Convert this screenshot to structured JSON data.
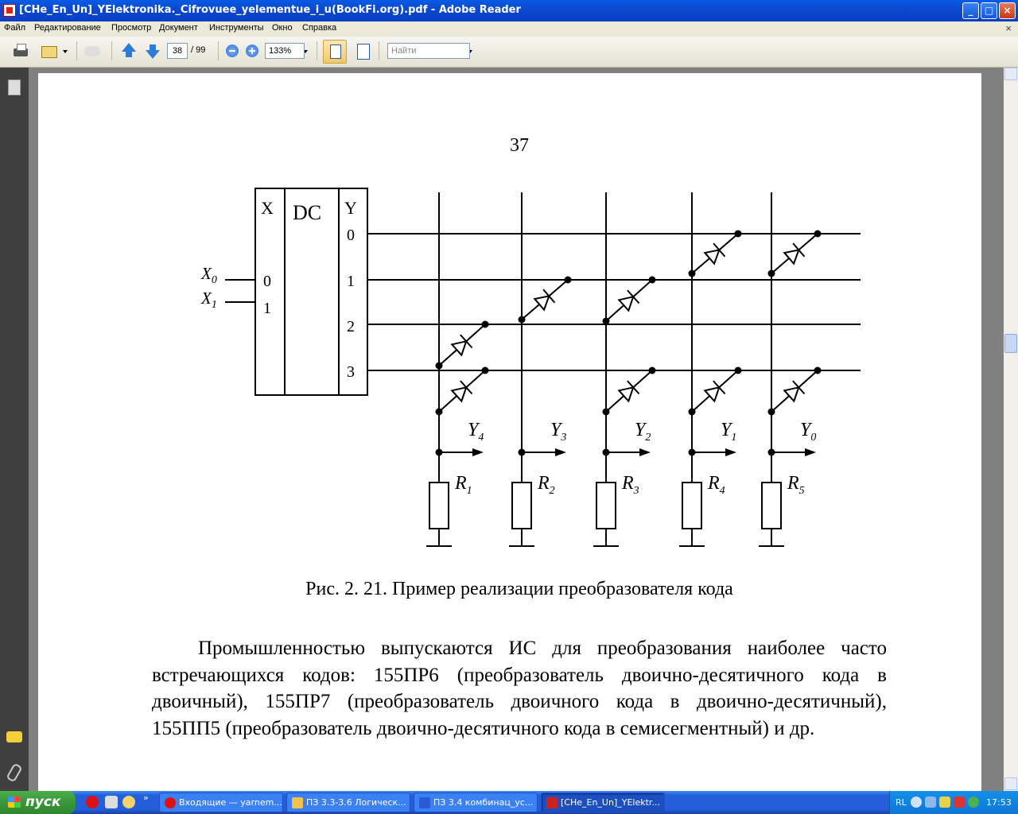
{
  "window": {
    "title": "[CHe_En_Un]_YElektronika._Cifrovuee_yelementue_i_u(BookFi.org).pdf - Adobe Reader",
    "minimize": "_",
    "maximize": "□",
    "close": "×"
  },
  "menu": {
    "items": [
      "Файл",
      "Редактирование",
      "Просмотр",
      "Документ",
      "Инструменты",
      "Окно",
      "Справка"
    ],
    "close": "×"
  },
  "toolbar": {
    "current_page": "38",
    "total_pages": "/ 99",
    "zoom": "133%",
    "search_placeholder": "Найти"
  },
  "document": {
    "page_number": "37",
    "caption": "Рис. 2. 21. Пример реализации преобразователя кода",
    "paragraph": "Промышленностью выпускаются ИС для преобразования наиболее часто встречающихся кодов: 155ПР6 (преобразователь двоично-десятичного кода в двоичный), 155ПР7 (преобразователь двоичного кода в двоично-десятичный), 155ПП5 (преобразователь двоично-десятичного кода в семисегментный) и др.",
    "circuit": {
      "block_x": "X",
      "block_dc": "DC",
      "block_y": "Y",
      "input_labels": [
        {
          "text": "X",
          "sub": "0",
          "pin": "0"
        },
        {
          "text": "X",
          "sub": "1",
          "pin": "1"
        }
      ],
      "output_pins": [
        "0",
        "1",
        "2",
        "3"
      ],
      "columns": [
        {
          "out": "Y",
          "out_sub": "4",
          "res": "R",
          "res_sub": "1"
        },
        {
          "out": "Y",
          "out_sub": "3",
          "res": "R",
          "res_sub": "2"
        },
        {
          "out": "Y",
          "out_sub": "2",
          "res": "R",
          "res_sub": "3"
        },
        {
          "out": "Y",
          "out_sub": "1",
          "res": "R",
          "res_sub": "4"
        },
        {
          "out": "Y",
          "out_sub": "0",
          "res": "R",
          "res_sub": "5"
        }
      ]
    }
  },
  "taskbar": {
    "start": "пуск",
    "overflow": "»",
    "tasks": [
      {
        "label": "Входящие — yarnem...",
        "icon_color": "#d11"
      },
      {
        "label": "ПЗ 3.3-3.6 Логическ...",
        "icon_color": "#f2c14e"
      },
      {
        "label": "ПЗ 3.4  комбинац_ус...",
        "icon_color": "#2a5bd7"
      },
      {
        "label": "[CHe_En_Un]_YElektr...",
        "icon_color": "#c22"
      }
    ],
    "tray": {
      "lang": "RL",
      "clock": "17:53"
    }
  }
}
